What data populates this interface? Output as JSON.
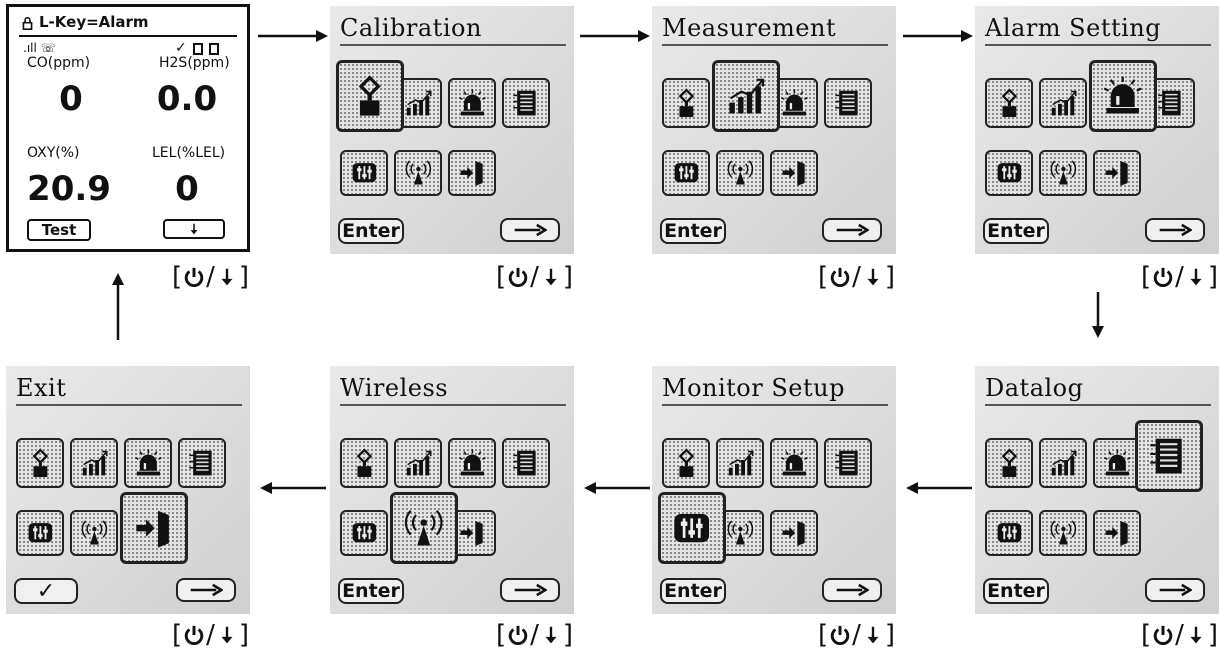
{
  "main_screen": {
    "header": "L-Key=Alarm",
    "status_left": ".ıll ☏",
    "status_right": "✓",
    "gases": [
      {
        "label": "CO(ppm)",
        "value": "0"
      },
      {
        "label": "H2S(ppm)",
        "value": "0.0"
      },
      {
        "label": "OXY(%)",
        "value": "20.9"
      },
      {
        "label": "LEL(%LEL)",
        "value": "0"
      }
    ],
    "left_button": "Test"
  },
  "menus": [
    {
      "title": "Calibration",
      "left_key": "Enter",
      "selected": "calibration-icon"
    },
    {
      "title": "Measurement",
      "left_key": "Enter",
      "selected": "measurement-icon"
    },
    {
      "title": "Alarm Setting",
      "left_key": "Enter",
      "selected": "alarm-icon"
    },
    {
      "title": "Datalog",
      "left_key": "Enter",
      "selected": "datalog-icon"
    },
    {
      "title": "Monitor Setup",
      "left_key": "Enter",
      "selected": "monitor-setup-icon"
    },
    {
      "title": "Wireless",
      "left_key": "Enter",
      "selected": "wireless-icon"
    },
    {
      "title": "Exit",
      "left_key": "✓",
      "selected": "exit-icon"
    }
  ],
  "key_label": {
    "open": "[",
    "slash": "/",
    "close": "]"
  },
  "icons": [
    "power-icon",
    "down-arrow-icon"
  ]
}
